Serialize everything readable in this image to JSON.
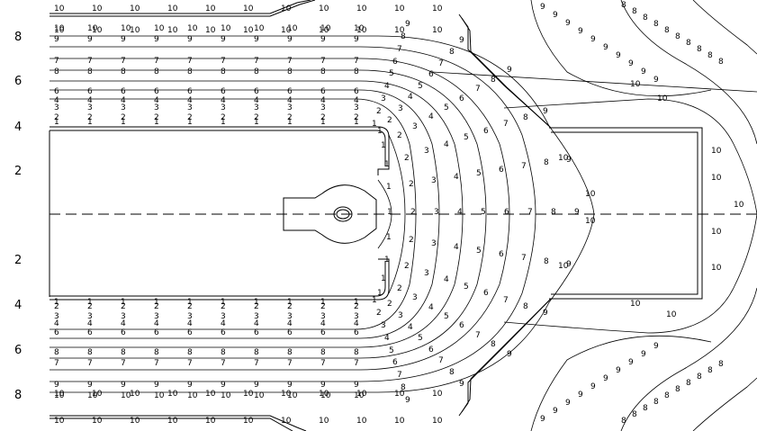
{
  "figure": {
    "background": "#ffffff",
    "line_color": "#000000",
    "axis_ticks": [
      "8",
      "6",
      "4",
      "2",
      "2",
      "4",
      "6",
      "8"
    ]
  },
  "contour_label_values": [
    "1",
    "2",
    "3",
    "4",
    "5",
    "6",
    "7",
    "8",
    "9",
    "10"
  ]
}
